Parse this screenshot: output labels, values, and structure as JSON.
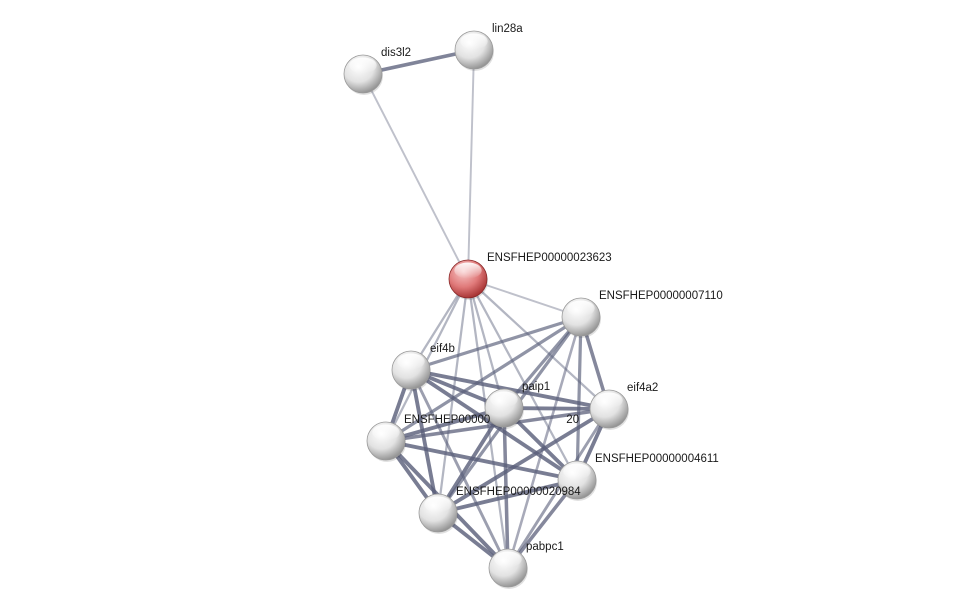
{
  "network": {
    "nodes": [
      {
        "id": "dis3l2",
        "label": "dis3l2",
        "color": "gray"
      },
      {
        "id": "lin28a",
        "label": "lin28a",
        "color": "gray"
      },
      {
        "id": "ENSFHEP00000023623",
        "label": "ENSFHEP00000023623",
        "color": "red",
        "query": true
      },
      {
        "id": "ENSFHEP00000007110",
        "label": "ENSFHEP00000007110",
        "color": "gray"
      },
      {
        "id": "eif4b",
        "label": "eif4b",
        "color": "gray"
      },
      {
        "id": "paip1",
        "label": "paip1",
        "color": "gray"
      },
      {
        "id": "eif4a2",
        "label": "eif4a2",
        "color": "gray"
      },
      {
        "id": "ENSFHEP000000xx20",
        "label": "ENSFHEP00000",
        "label_suffix": "20",
        "color": "gray"
      },
      {
        "id": "ENSFHEP00000004611",
        "label": "ENSFHEP00000004611",
        "color": "gray"
      },
      {
        "id": "ENSFHEP00000020984",
        "label": "ENSFHEP00000020984",
        "color": "gray"
      },
      {
        "id": "pabpc1",
        "label": "pabpc1",
        "color": "gray"
      }
    ],
    "edges": [
      {
        "source": "dis3l2",
        "target": "lin28a",
        "weight": 0.75
      },
      {
        "source": "dis3l2",
        "target": "ENSFHEP00000023623",
        "weight": 0.2
      },
      {
        "source": "lin28a",
        "target": "ENSFHEP00000023623",
        "weight": 0.2
      },
      {
        "source": "ENSFHEP00000023623",
        "target": "ENSFHEP00000007110",
        "weight": 0.2
      },
      {
        "source": "ENSFHEP00000023623",
        "target": "eif4b",
        "weight": 0.3
      },
      {
        "source": "ENSFHEP00000023623",
        "target": "paip1",
        "weight": 0.3
      },
      {
        "source": "ENSFHEP00000023623",
        "target": "eif4a2",
        "weight": 0.3
      },
      {
        "source": "ENSFHEP00000023623",
        "target": "ENSFHEP000000xx20",
        "weight": 0.3
      },
      {
        "source": "ENSFHEP00000023623",
        "target": "ENSFHEP00000004611",
        "weight": 0.3
      },
      {
        "source": "ENSFHEP00000023623",
        "target": "ENSFHEP00000020984",
        "weight": 0.3
      },
      {
        "source": "ENSFHEP00000023623",
        "target": "pabpc1",
        "weight": 0.3
      },
      {
        "source": "ENSFHEP00000007110",
        "target": "eif4b",
        "weight": 0.6
      },
      {
        "source": "ENSFHEP00000007110",
        "target": "paip1",
        "weight": 0.6
      },
      {
        "source": "ENSFHEP00000007110",
        "target": "eif4a2",
        "weight": 0.7
      },
      {
        "source": "ENSFHEP00000007110",
        "target": "ENSFHEP000000xx20",
        "weight": 0.6
      },
      {
        "source": "ENSFHEP00000007110",
        "target": "ENSFHEP00000004611",
        "weight": 0.6
      },
      {
        "source": "ENSFHEP00000007110",
        "target": "ENSFHEP00000020984",
        "weight": 0.6
      },
      {
        "source": "ENSFHEP00000007110",
        "target": "pabpc1",
        "weight": 0.4
      },
      {
        "source": "eif4b",
        "target": "paip1",
        "weight": 0.8
      },
      {
        "source": "eif4b",
        "target": "eif4a2",
        "weight": 0.8
      },
      {
        "source": "eif4b",
        "target": "ENSFHEP000000xx20",
        "weight": 0.8
      },
      {
        "source": "eif4b",
        "target": "ENSFHEP00000004611",
        "weight": 0.8
      },
      {
        "source": "eif4b",
        "target": "ENSFHEP00000020984",
        "weight": 0.8
      },
      {
        "source": "eif4b",
        "target": "pabpc1",
        "weight": 0.5
      },
      {
        "source": "paip1",
        "target": "eif4a2",
        "weight": 0.8
      },
      {
        "source": "paip1",
        "target": "ENSFHEP000000xx20",
        "weight": 0.8
      },
      {
        "source": "paip1",
        "target": "ENSFHEP00000004611",
        "weight": 0.8
      },
      {
        "source": "paip1",
        "target": "ENSFHEP00000020984",
        "weight": 0.8
      },
      {
        "source": "paip1",
        "target": "pabpc1",
        "weight": 0.7
      },
      {
        "source": "eif4a2",
        "target": "ENSFHEP000000xx20",
        "weight": 0.7
      },
      {
        "source": "eif4a2",
        "target": "ENSFHEP00000004611",
        "weight": 0.8
      },
      {
        "source": "eif4a2",
        "target": "ENSFHEP00000020984",
        "weight": 0.8
      },
      {
        "source": "eif4a2",
        "target": "pabpc1",
        "weight": 0.5
      },
      {
        "source": "ENSFHEP000000xx20",
        "target": "ENSFHEP00000004611",
        "weight": 0.8
      },
      {
        "source": "ENSFHEP000000xx20",
        "target": "ENSFHEP00000020984",
        "weight": 0.8
      },
      {
        "source": "ENSFHEP000000xx20",
        "target": "pabpc1",
        "weight": 0.8
      },
      {
        "source": "ENSFHEP00000004611",
        "target": "ENSFHEP00000020984",
        "weight": 0.8
      },
      {
        "source": "ENSFHEP00000004611",
        "target": "pabpc1",
        "weight": 0.7
      },
      {
        "source": "ENSFHEP00000020984",
        "target": "pabpc1",
        "weight": 0.8
      }
    ]
  },
  "colors": {
    "edge": "#5a5f7a",
    "node_gray_light": "#ffffff",
    "node_gray_mid": "#e2e2e2",
    "node_gray_dark": "#8a8a8a",
    "node_red_light": "#f7c7c7",
    "node_red_mid": "#e07a7a",
    "node_red_dark": "#a02b2b"
  }
}
